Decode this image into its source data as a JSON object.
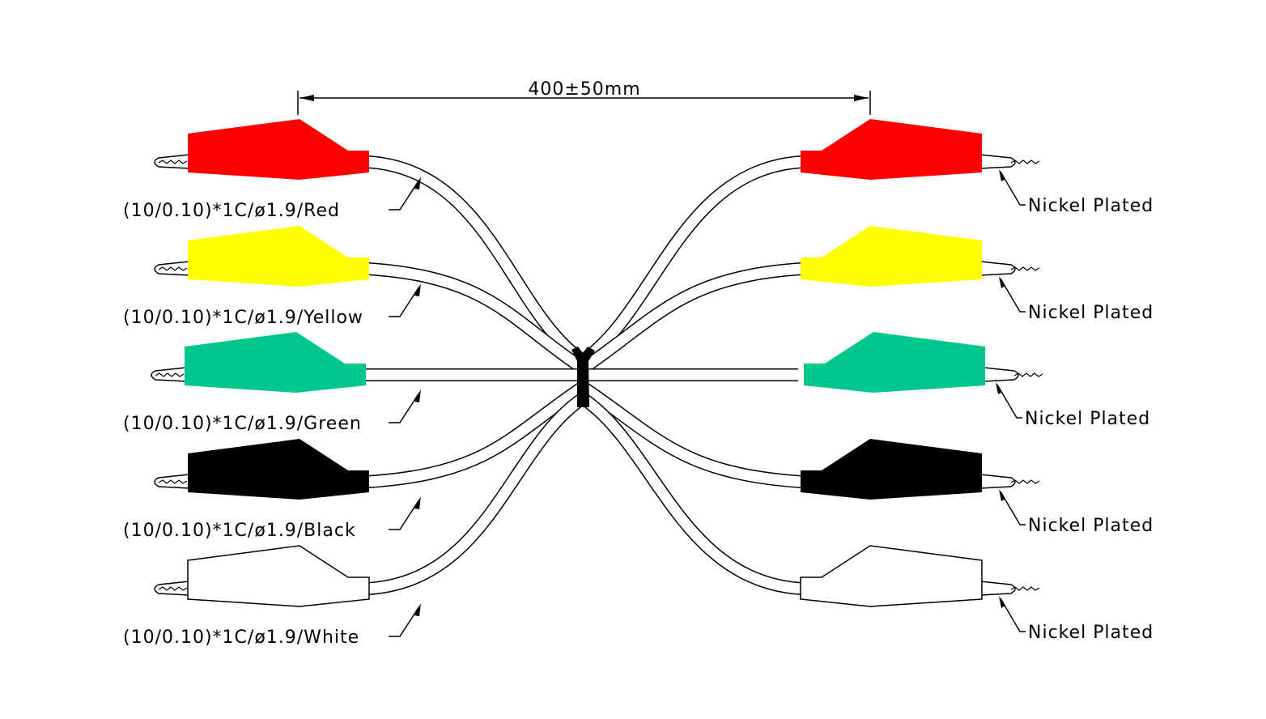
{
  "dimension": {
    "label": "400±50mm"
  },
  "leads": [
    {
      "color_name": "Red",
      "fill": "#ff0000",
      "spec": "(10/0.10)*1C/ø1.9/Red",
      "finish": "Nickel  Plated"
    },
    {
      "color_name": "Yellow",
      "fill": "#ffff00",
      "spec": "(10/0.10)*1C/ø1.9/Yellow",
      "finish": "Nickel  Plated"
    },
    {
      "color_name": "Green",
      "fill": "#00c78c",
      "spec": "(10/0.10)*1C/ø1.9/Green",
      "finish": "Nickel  Plated"
    },
    {
      "color_name": "Black",
      "fill": "#000000",
      "spec": "(10/0.10)*1C/ø1.9/Black",
      "finish": "Nickel  Plated"
    },
    {
      "color_name": "White",
      "fill": "#ffffff",
      "spec": "(10/0.10)*1C/ø1.9/White",
      "finish": "Nickel  Plated"
    }
  ]
}
